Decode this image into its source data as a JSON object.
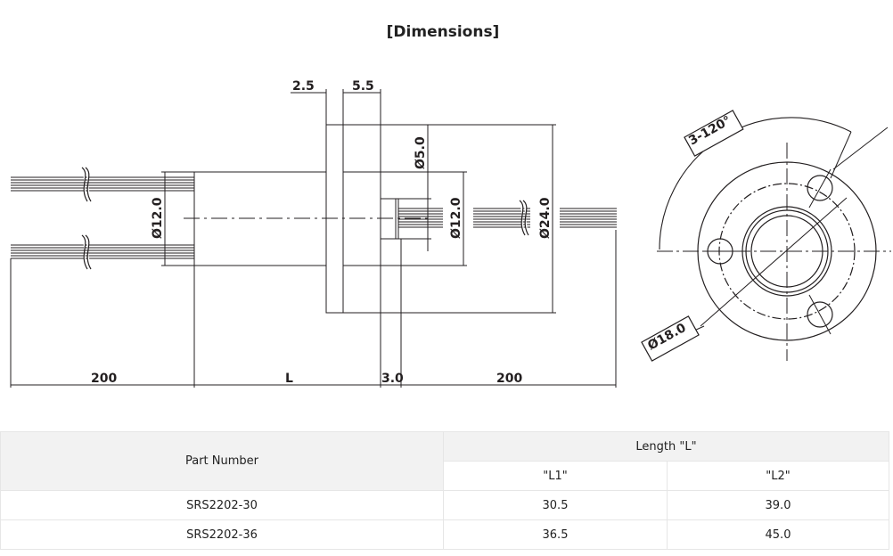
{
  "title": "[Dimensions]",
  "drawing": {
    "side_view": {
      "dim_flange_thickness": "2.5",
      "dim_front_length": "5.5",
      "dim_shaft_dia": "Ø5.0",
      "dim_body_dia_right": "Ø12.0",
      "dim_body_dia_left": "Ø12.0",
      "dim_flange_dia": "Ø24.0",
      "dim_lead_left": "200",
      "dim_body_length": "L",
      "dim_shaft_length": "3.0",
      "dim_lead_right": "200"
    },
    "front_view": {
      "hole_pattern_label": "3-120°",
      "pcd_label": "Ø18.0"
    }
  },
  "table": {
    "header_part_number": "Part Number",
    "header_length_group": "Length \"L\"",
    "header_l1": "\"L1\"",
    "header_l2": "\"L2\"",
    "rows": [
      {
        "part": "SRS2202-30",
        "l1": "30.5",
        "l2": "39.0"
      },
      {
        "part": "SRS2202-36",
        "l1": "36.5",
        "l2": "45.0"
      }
    ]
  }
}
